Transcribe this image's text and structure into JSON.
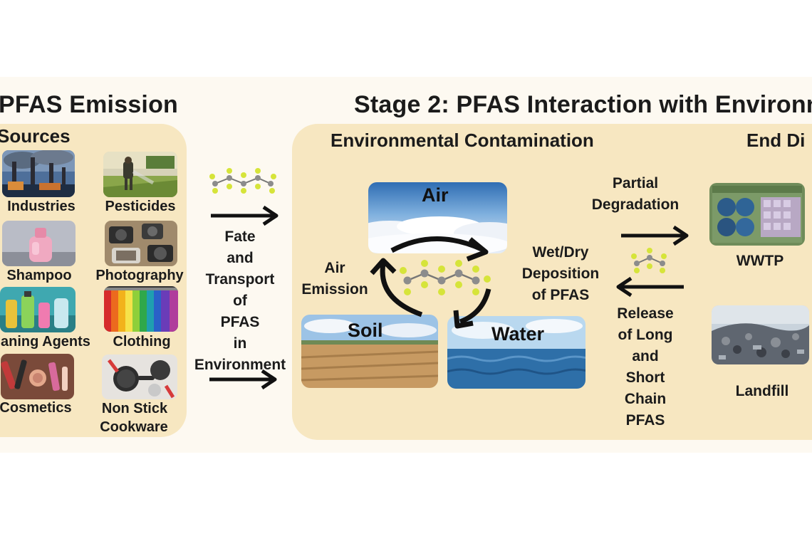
{
  "stage1": {
    "title": "PFAS Emission",
    "sources_header": "Sources",
    "sources": [
      {
        "label": "Industries"
      },
      {
        "label": "Pesticides"
      },
      {
        "label": "Shampoo"
      },
      {
        "label": "Photography"
      },
      {
        "label": "aning Agents"
      },
      {
        "label": "Clothing"
      },
      {
        "label": "Cosmetics"
      },
      {
        "label": "Non Stick"
      },
      {
        "label": "Cookware"
      }
    ]
  },
  "transport": {
    "lines": [
      "Fate",
      "and",
      "Transport",
      "of",
      "PFAS",
      "in",
      "Environment"
    ]
  },
  "stage2": {
    "title": "Stage 2: PFAS Interaction with Environn",
    "contamination_header": "Environmental Contamination",
    "end_header": "End Di",
    "compartments": {
      "air": "Air",
      "soil": "Soil",
      "water": "Water"
    },
    "air_emission": [
      "Air",
      "Emission"
    ],
    "deposition": [
      "Wet/Dry",
      "Deposition",
      "of PFAS"
    ],
    "partial_degradation": [
      "Partial",
      "Degradation"
    ],
    "release": [
      "Release",
      "of Long",
      "and",
      "Short",
      "Chain",
      "PFAS"
    ],
    "wwtp": "WWTP",
    "landfill": "Landfill"
  },
  "colors": {
    "panel": "#f7e7c1",
    "band": "#fdf9f1",
    "fluorine": "#d6e43a",
    "carbon": "#8c8c8c"
  }
}
